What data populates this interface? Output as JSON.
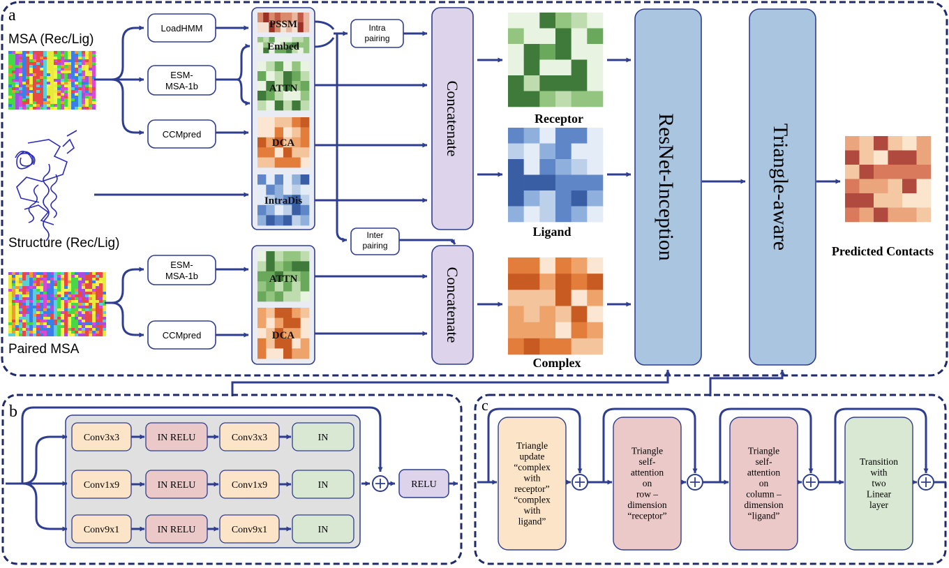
{
  "colors": {
    "arrow": "#2e3d8f",
    "panel_border": "#1f2a6b",
    "concat_fill": "#ddd3ea",
    "resnet_fill": "#a9c5e0",
    "input_box_bg": "#e9ecf2",
    "gray_panel": "#e0e0e0",
    "orange_box": "#fbe4c7",
    "pink_box": "#ebc9c9",
    "green_box": "#d9e8d3",
    "purple_box": "#ddd3ea"
  },
  "panel_a": {
    "label": "a",
    "msa_label": "MSA (Rec/Lig)",
    "structure_label": "Structure (Rec/Lig)",
    "paired_msa_label": "Paired MSA",
    "tools": {
      "loadhmm": "LoadHMM",
      "esm_top": "ESM-\nMSA-1b",
      "ccmpred_top": "CCMpred",
      "esm_bottom": "ESM-\nMSA-1b",
      "ccmpred_bottom": "CCMpred"
    },
    "features": {
      "pssm": "PSSM",
      "embed": "Embed",
      "attn_top": "ATTN",
      "dca_top": "DCA",
      "intradis": "IntraDis",
      "attn_bottom": "ATTN",
      "dca_bottom": "DCA"
    },
    "intra_pairing": "Intra\npairing",
    "inter_pairing": "Inter\npairing",
    "concat_top": "Concatenate",
    "concat_bottom": "Concatenate",
    "receptor_label": "Receptor",
    "ligand_label": "Ligand",
    "complex_label": "Complex",
    "resnet_label": "ResNet-Inception",
    "triangle_label": "Triangle-aware",
    "predicted_label": "Predicted Contacts"
  },
  "panel_b": {
    "label": "b",
    "rows": [
      [
        "Conv3x3",
        "IN RELU",
        "Conv3x3",
        "IN"
      ],
      [
        "Conv1x9",
        "IN RELU",
        "Conv1x9",
        "IN"
      ],
      [
        "Conv9x1",
        "IN RELU",
        "Conv9x1",
        "IN"
      ]
    ],
    "relu": "RELU"
  },
  "panel_c": {
    "label": "c",
    "blocks": [
      "Triangle\nupdate\n“complex\nwith\nreceptor”\n“complex\nwith\nligand”",
      "Triangle\nself-\nattention\non\nrow –\ndimension\n“receptor”",
      "Triangle\nself-\nattention\non\ncolumn –\ndimension\n“ligand”",
      "Transition\nwith\ntwo\nLinear\nlayer"
    ]
  }
}
